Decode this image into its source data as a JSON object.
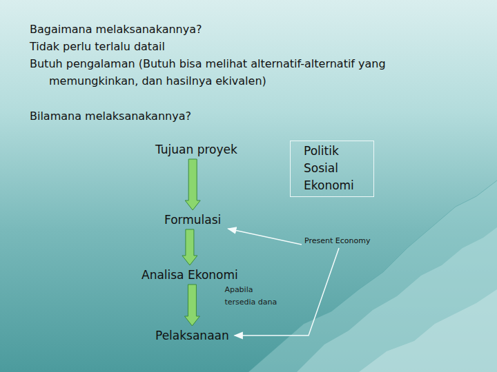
{
  "diagram": {
    "nodes": [
      {
        "text": [
          "Tujuan proyek"
        ]
      },
      {
        "text": [
          "Politik Sosial Ekonomi"
        ]
      },
      {
        "text": [
          "Formulasi"
        ]
      },
      {
        "text": [
          "Present Economy"
        ]
      },
      {
        "text": [
          "Analisa Ekonomi"
        ]
      },
      {
        "text": [
          "Pelaksanaan"
        ]
      }
    ],
    "edges": [
      {
        "from": 0,
        "to": 2,
        "arrow": "to"
      },
      {
        "from": 2,
        "to": 4,
        "arrow": "to"
      },
      {
        "from": 4,
        "to": 5,
        "arrow": "to",
        "label": "Apabila tersedia dana"
      },
      {
        "from": 3,
        "to": 2,
        "arrow": "to"
      },
      {
        "from": 3,
        "to": 5,
        "arrow": "to"
      }
    ],
    "labels": [
      "Bagaimana melaksanakannya?",
      "Tidak perlu terlalu datail",
      "Butuh pengalaman (Butuh bisa melihat alternatif-alternatif yang memungkinkan, dan hasilnya ekivalen)",
      "Bilamana melaksanakannya?"
    ]
  }
}
